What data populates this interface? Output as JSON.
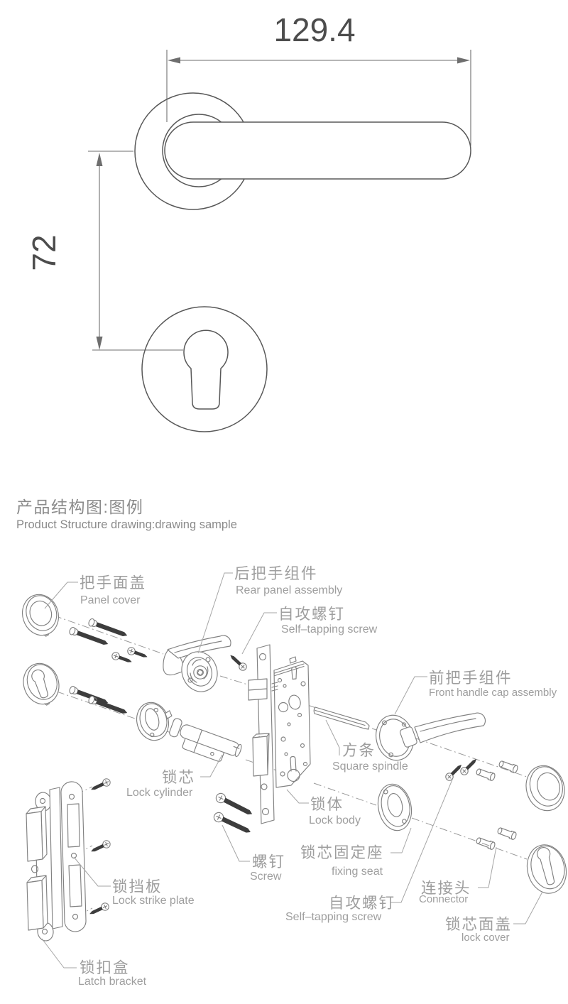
{
  "dimension_drawing": {
    "width_dim": "129.4",
    "height_dim": "72"
  },
  "title": {
    "zh": "产品结构图:图例",
    "en": "Product Structure drawing:drawing sample"
  },
  "labels": {
    "panel_cover": {
      "zh": "把手面盖",
      "en": "Panel cover"
    },
    "rear_panel_assembly": {
      "zh": "后把手组件",
      "en": "Rear panel assembly"
    },
    "self_tapping_screw_top": {
      "zh": "自攻螺钉",
      "en": "Self–tapping screw"
    },
    "front_handle_cap_assembly": {
      "zh": "前把手组件",
      "en": "Front handle cap assembly"
    },
    "square_spindle": {
      "zh": "方条",
      "en": "Square spindle"
    },
    "lock_cylinder": {
      "zh": "锁芯",
      "en": "Lock cylinder"
    },
    "lock_body": {
      "zh": "锁体",
      "en": "Lock body"
    },
    "fixing_seat": {
      "zh": "锁芯固定座",
      "en": "fixing seat"
    },
    "screw": {
      "zh": "螺钉",
      "en": "Screw"
    },
    "self_tapping_screw_bottom": {
      "zh": "自攻螺钉",
      "en": "Self–tapping screw"
    },
    "connector": {
      "zh": "连接头",
      "en": "Connector"
    },
    "lock_cover": {
      "zh": "锁芯面盖",
      "en": "lock cover"
    },
    "lock_strike_plate": {
      "zh": "锁挡板",
      "en": "Lock strike plate"
    },
    "latch_bracket": {
      "zh": "锁扣盒",
      "en": "Latch bracket"
    }
  },
  "colors": {
    "background": "#ffffff",
    "drawing_line": "#585858",
    "part_line": "#818181",
    "dimension_line": "#6e6e6e",
    "dimension_text": "#4c4c4c",
    "label_text": "#9e9e9e",
    "title_text": "#8a8a8a",
    "screw_fill": "#3d3d3d"
  }
}
